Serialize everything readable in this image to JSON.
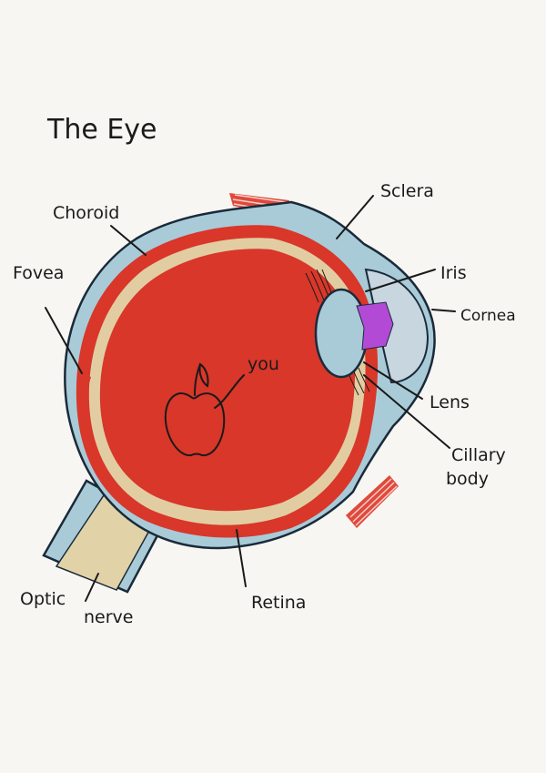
{
  "title": "The Eye",
  "labels": {
    "choroid": "Choroid",
    "sclera": "Sclera",
    "fovea": "Fovea",
    "iris": "Iris",
    "cornea": "Cornea",
    "you": "you",
    "lens": "Lens",
    "ciliary_body_line1": "Cillary",
    "ciliary_body_line2": "body",
    "optic_nerve_line1": "Optic",
    "optic_nerve_line2": "nerve",
    "retina": "Retina"
  },
  "colors": {
    "background": "#f7f6f2",
    "sclera": "#a9cbd8",
    "choroid": "#d8372a",
    "retina": "#e2cda2",
    "vitreous": "#d8372a",
    "optic_nerve": "#e2d2a8",
    "lens": "#a9cbd8",
    "cornea": "#c8d6e0",
    "iris": "#b34ad6",
    "muscle": "#e0493c"
  }
}
